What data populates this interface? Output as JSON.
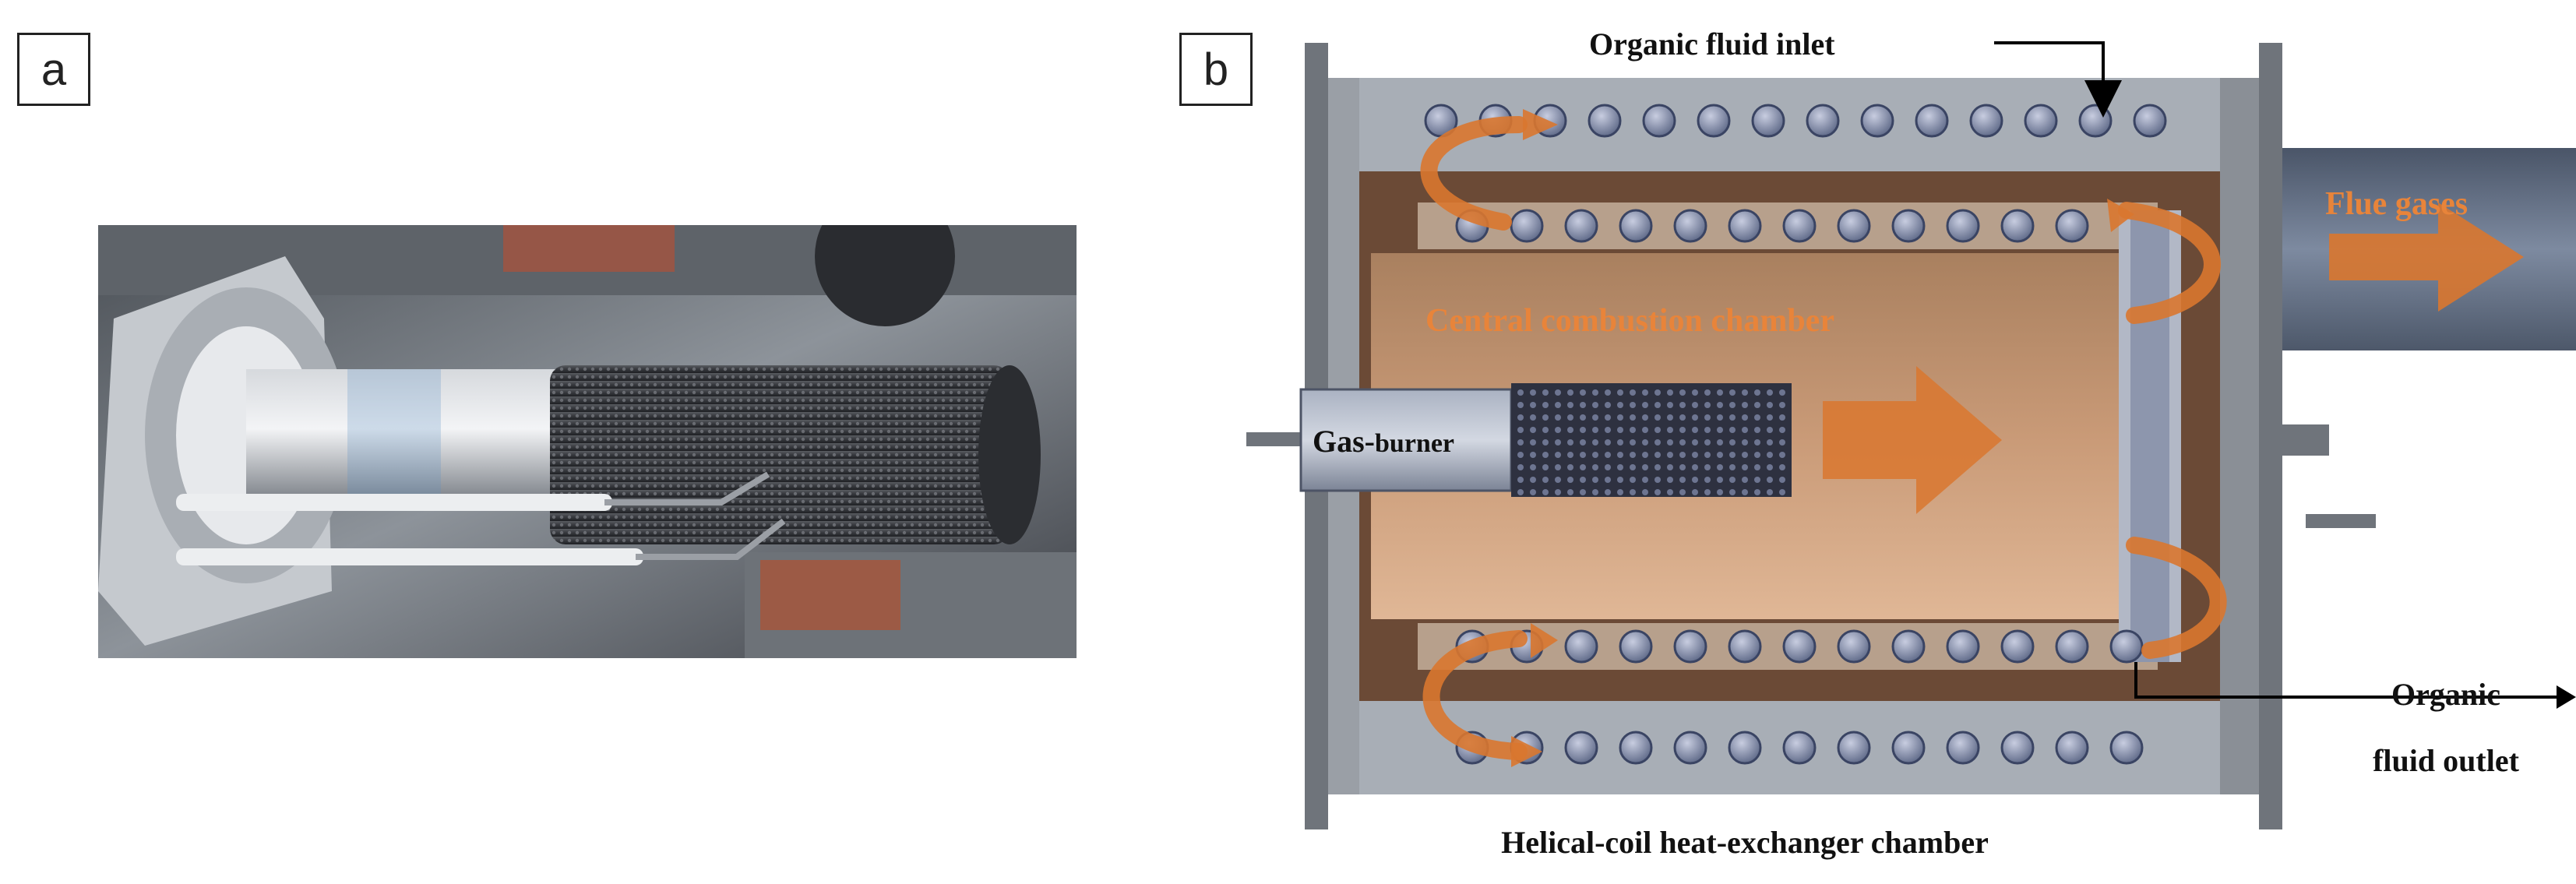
{
  "panels": {
    "a": {
      "label": "a"
    },
    "b": {
      "label": "b"
    }
  },
  "diagram": {
    "labels": {
      "organic_fluid_inlet": "Organic fluid inlet",
      "flue_gases": "Flue gases",
      "central_combustion_chamber": "Central combustion chamber",
      "gas_burner_prefix": "Gas-",
      "gas_burner_suffix": "burner",
      "organic_fluid_outlet_line1": "Organic",
      "organic_fluid_outlet_line2": "fluid outlet",
      "helical_coil_chamber": "Helical-coil heat-exchanger chamber"
    },
    "colors": {
      "outer_shell": "#6b4a36",
      "inner_chamber": "#c89774",
      "flow_arrow": "#d9772f",
      "coil_tube": "#7a86a8",
      "casing_grey": "#8a8f96",
      "flue_duct": "#5f6b80"
    }
  },
  "photo": {
    "description_icon": "metal-mesh-burner-photo"
  }
}
